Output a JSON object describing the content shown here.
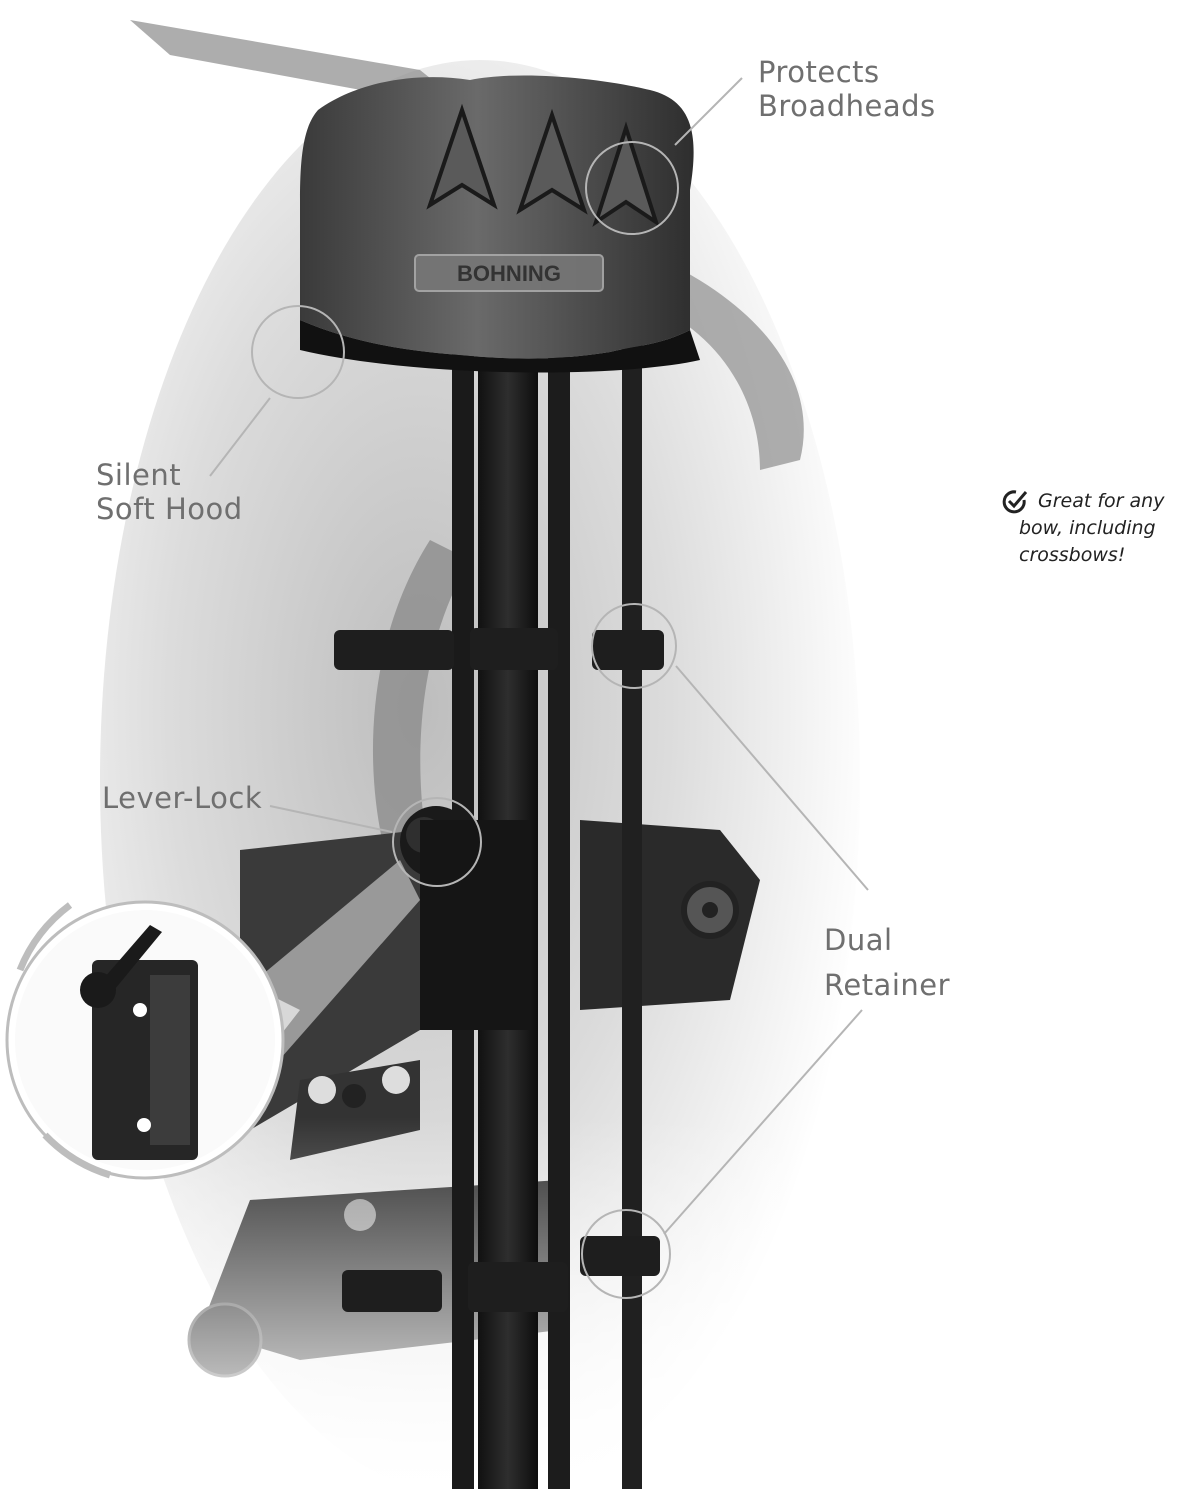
{
  "brand": {
    "logo_text": "BOHNING"
  },
  "callouts": {
    "protects": [
      "Protects",
      "Broadheads"
    ],
    "silent": [
      "Silent",
      "Soft Hood"
    ],
    "lever": [
      "Lever-Lock"
    ],
    "dual": [
      "Dual",
      "Retainer"
    ]
  },
  "note": {
    "icon": "check-circle-icon",
    "lines": [
      "Great for any",
      "bow, including",
      "crossbows!"
    ]
  }
}
